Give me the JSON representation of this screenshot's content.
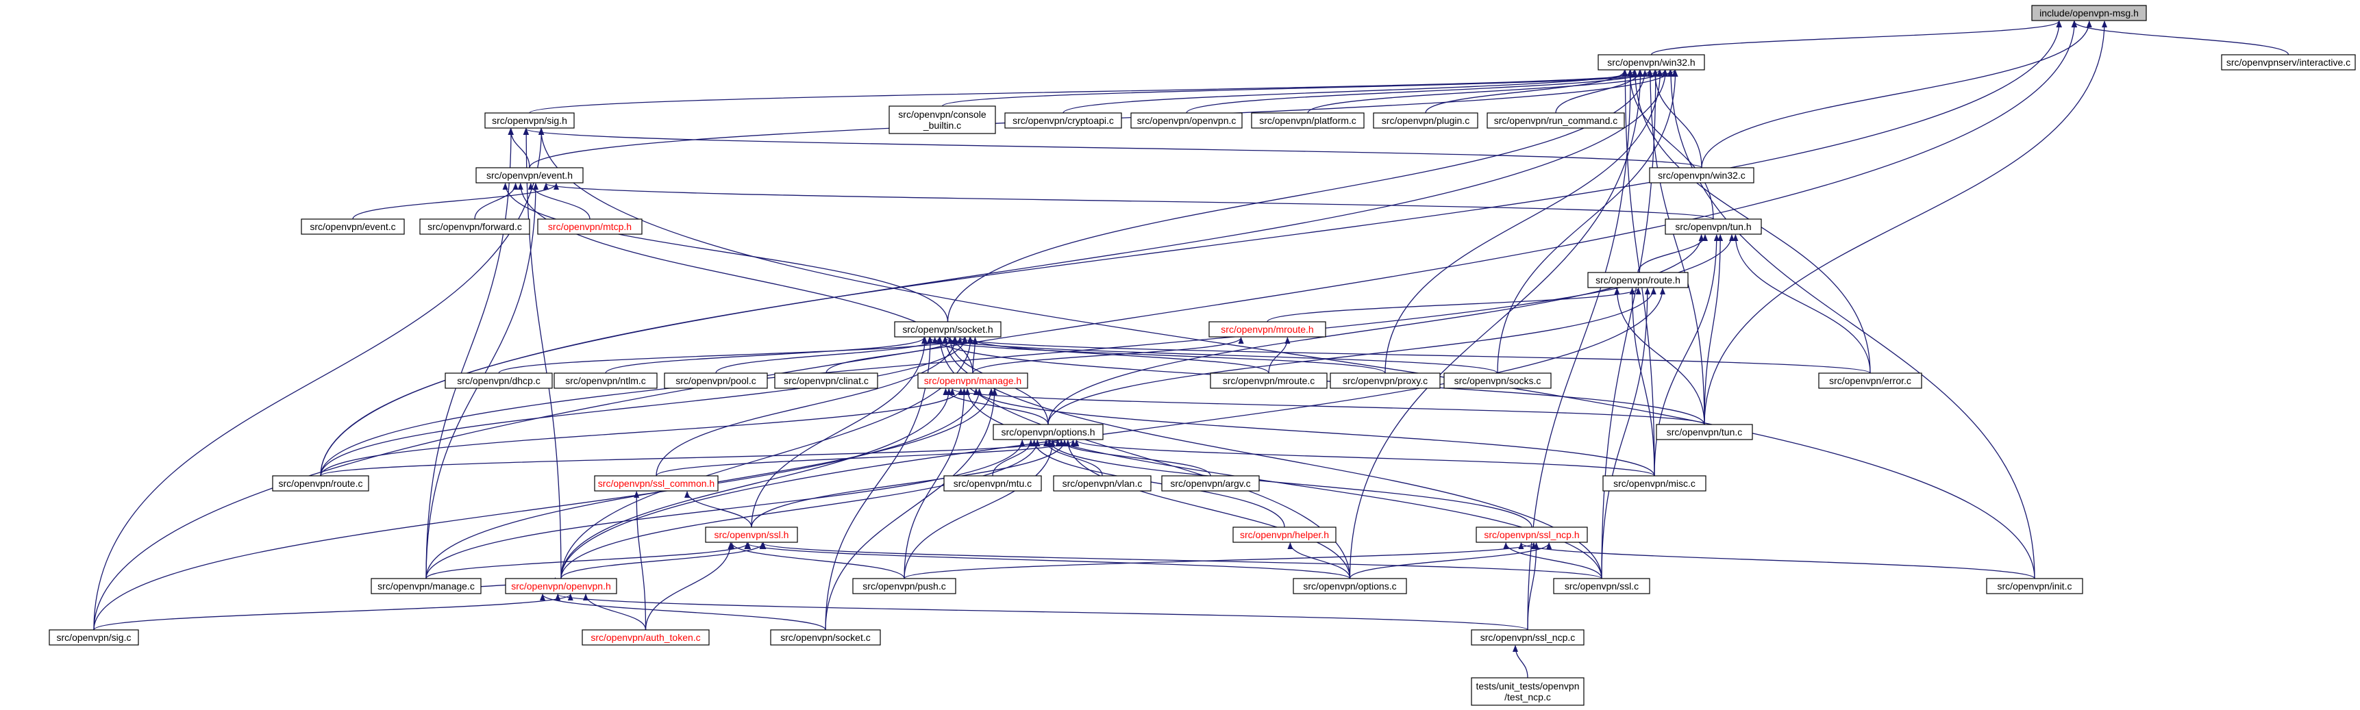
{
  "graph": {
    "style": {
      "edge_color": "#191970",
      "node_fill": "#ffffff",
      "root_fill": "#bfbfbf",
      "red_border": "#ff0000",
      "text_color": "#000000"
    },
    "nodes": [
      {
        "id": "openvpn_msg_h",
        "label": "include/openvpn-msg.h",
        "variant": "root"
      },
      {
        "id": "win32_h",
        "label": "src/openvpn/win32.h"
      },
      {
        "id": "interactive_c",
        "label": "src/openvpnserv/interactive.c"
      },
      {
        "id": "sig_h",
        "label": "src/openvpn/sig.h"
      },
      {
        "id": "console_builtin_c",
        "label": [
          "src/openvpn/console",
          "_builtin.c"
        ]
      },
      {
        "id": "cryptoapi_c",
        "label": "src/openvpn/cryptoapi.c"
      },
      {
        "id": "openvpn_c",
        "label": "src/openvpn/openvpn.c"
      },
      {
        "id": "platform_c",
        "label": "src/openvpn/platform.c"
      },
      {
        "id": "plugin_c",
        "label": "src/openvpn/plugin.c"
      },
      {
        "id": "run_command_c",
        "label": "src/openvpn/run_command.c"
      },
      {
        "id": "win32_c",
        "label": "src/openvpn/win32.c"
      },
      {
        "id": "event_h",
        "label": "src/openvpn/event.h"
      },
      {
        "id": "event_c",
        "label": "src/openvpn/event.c"
      },
      {
        "id": "forward_c",
        "label": "src/openvpn/forward.c"
      },
      {
        "id": "mtcp_h",
        "label": "src/openvpn/mtcp.h",
        "variant": "red"
      },
      {
        "id": "tun_h",
        "label": "src/openvpn/tun.h"
      },
      {
        "id": "route_h",
        "label": "src/openvpn/route.h"
      },
      {
        "id": "mroute_h",
        "label": "src/openvpn/mroute.h",
        "variant": "red"
      },
      {
        "id": "socket_h",
        "label": "src/openvpn/socket.h"
      },
      {
        "id": "dhcp_c",
        "label": "src/openvpn/dhcp.c"
      },
      {
        "id": "ntlm_c",
        "label": "src/openvpn/ntlm.c"
      },
      {
        "id": "pool_c",
        "label": "src/openvpn/pool.c"
      },
      {
        "id": "clinat_c",
        "label": "src/openvpn/clinat.c"
      },
      {
        "id": "mroute_c",
        "label": "src/openvpn/mroute.c"
      },
      {
        "id": "proxy_c",
        "label": "src/openvpn/proxy.c"
      },
      {
        "id": "socks_c",
        "label": "src/openvpn/socks.c"
      },
      {
        "id": "error_c",
        "label": "src/openvpn/error.c"
      },
      {
        "id": "manage_h",
        "label": "src/openvpn/manage.h",
        "variant": "red"
      },
      {
        "id": "tun_c",
        "label": "src/openvpn/tun.c"
      },
      {
        "id": "options_h",
        "label": "src/openvpn/options.h"
      },
      {
        "id": "route_c",
        "label": "src/openvpn/route.c"
      },
      {
        "id": "ssl_common_h",
        "label": "src/openvpn/ssl_common.h",
        "variant": "red"
      },
      {
        "id": "mtu_c",
        "label": "src/openvpn/mtu.c"
      },
      {
        "id": "vlan_c",
        "label": "src/openvpn/vlan.c"
      },
      {
        "id": "argv_c",
        "label": "src/openvpn/argv.c"
      },
      {
        "id": "misc_c",
        "label": "src/openvpn/misc.c"
      },
      {
        "id": "helper_h",
        "label": "src/openvpn/helper.h",
        "variant": "red"
      },
      {
        "id": "ssl_ncp_h",
        "label": "src/openvpn/ssl_ncp.h",
        "variant": "red"
      },
      {
        "id": "ssl_h",
        "label": "src/openvpn/ssl.h",
        "variant": "red"
      },
      {
        "id": "manage_c",
        "label": "src/openvpn/manage.c"
      },
      {
        "id": "openvpn_h",
        "label": "src/openvpn/openvpn.h",
        "variant": "red"
      },
      {
        "id": "push_c",
        "label": "src/openvpn/push.c"
      },
      {
        "id": "options_c",
        "label": "src/openvpn/options.c"
      },
      {
        "id": "ssl_c",
        "label": "src/openvpn/ssl.c"
      },
      {
        "id": "init_c",
        "label": "src/openvpn/init.c"
      },
      {
        "id": "sig_c",
        "label": "src/openvpn/sig.c"
      },
      {
        "id": "auth_token_c",
        "label": "src/openvpn/auth_token.c",
        "variant": "red"
      },
      {
        "id": "socket_c",
        "label": "src/openvpn/socket.c"
      },
      {
        "id": "ssl_ncp_c",
        "label": "src/openvpn/ssl_ncp.c"
      },
      {
        "id": "test_ncp_c",
        "label": [
          "tests/unit_tests/openvpn",
          "/test_ncp.c"
        ]
      }
    ],
    "edges": [
      [
        "win32_h",
        "openvpn_msg_h"
      ],
      [
        "interactive_c",
        "openvpn_msg_h"
      ],
      [
        "win32_c",
        "openvpn_msg_h"
      ],
      [
        "tun_c",
        "openvpn_msg_h"
      ],
      [
        "route_c",
        "openvpn_msg_h"
      ],
      [
        "sig_c",
        "openvpn_msg_h"
      ],
      [
        "sig_h",
        "win32_h"
      ],
      [
        "console_builtin_c",
        "win32_h"
      ],
      [
        "cryptoapi_c",
        "win32_h"
      ],
      [
        "openvpn_c",
        "win32_h"
      ],
      [
        "platform_c",
        "win32_h"
      ],
      [
        "plugin_c",
        "win32_h"
      ],
      [
        "run_command_c",
        "win32_h"
      ],
      [
        "win32_c",
        "win32_h"
      ],
      [
        "event_h",
        "win32_h"
      ],
      [
        "tun_h",
        "win32_h"
      ],
      [
        "socket_h",
        "win32_h"
      ],
      [
        "proxy_c",
        "win32_h"
      ],
      [
        "socks_c",
        "win32_h"
      ],
      [
        "error_c",
        "win32_h"
      ],
      [
        "tun_c",
        "win32_h"
      ],
      [
        "route_c",
        "win32_h"
      ],
      [
        "misc_c",
        "win32_h"
      ],
      [
        "options_c",
        "win32_h"
      ],
      [
        "ssl_c",
        "win32_h"
      ],
      [
        "init_c",
        "win32_h"
      ],
      [
        "ssl_ncp_c",
        "win32_h"
      ],
      [
        "event_h",
        "sig_h"
      ],
      [
        "win32_c",
        "sig_h"
      ],
      [
        "init_c",
        "sig_h"
      ],
      [
        "manage_c",
        "sig_h"
      ],
      [
        "openvpn_h",
        "sig_h"
      ],
      [
        "sig_c",
        "sig_h"
      ],
      [
        "event_c",
        "event_h"
      ],
      [
        "forward_c",
        "event_h"
      ],
      [
        "mtcp_h",
        "event_h"
      ],
      [
        "tun_h",
        "event_h"
      ],
      [
        "socket_h",
        "event_h"
      ],
      [
        "manage_h",
        "event_h"
      ],
      [
        "manage_c",
        "event_h"
      ],
      [
        "route_h",
        "tun_h"
      ],
      [
        "tun_c",
        "tun_h"
      ],
      [
        "error_c",
        "tun_h"
      ],
      [
        "options_h",
        "tun_h"
      ],
      [
        "misc_c",
        "tun_h"
      ],
      [
        "route_c",
        "tun_h"
      ],
      [
        "mroute_h",
        "route_h"
      ],
      [
        "options_h",
        "route_h"
      ],
      [
        "tun_c",
        "route_h"
      ],
      [
        "misc_c",
        "route_h"
      ],
      [
        "ssl_c",
        "route_h"
      ],
      [
        "openvpn_h",
        "route_h"
      ],
      [
        "mroute_c",
        "mroute_h"
      ],
      [
        "manage_h",
        "mroute_h"
      ],
      [
        "dhcp_c",
        "socket_h"
      ],
      [
        "ntlm_c",
        "socket_h"
      ],
      [
        "pool_c",
        "socket_h"
      ],
      [
        "clinat_c",
        "socket_h"
      ],
      [
        "mroute_c",
        "socket_h"
      ],
      [
        "proxy_c",
        "socket_h"
      ],
      [
        "socks_c",
        "socket_h"
      ],
      [
        "error_c",
        "socket_h"
      ],
      [
        "manage_h",
        "socket_h"
      ],
      [
        "tun_c",
        "socket_h"
      ],
      [
        "options_h",
        "socket_h"
      ],
      [
        "route_c",
        "socket_h"
      ],
      [
        "ssl_h",
        "socket_h"
      ],
      [
        "options_c",
        "socket_h"
      ],
      [
        "ssl_common_h",
        "socket_h"
      ],
      [
        "openvpn_h",
        "socket_h"
      ],
      [
        "socket_c",
        "socket_h"
      ],
      [
        "ssl_c",
        "socket_h"
      ],
      [
        "options_h",
        "manage_h"
      ],
      [
        "route_c",
        "manage_h"
      ],
      [
        "misc_c",
        "manage_h"
      ],
      [
        "manage_c",
        "manage_h"
      ],
      [
        "openvpn_h",
        "manage_h"
      ],
      [
        "push_c",
        "manage_h"
      ],
      [
        "sig_c",
        "manage_h"
      ],
      [
        "socket_c",
        "manage_h"
      ],
      [
        "tun_c",
        "manage_h"
      ],
      [
        "ssl_c",
        "manage_h"
      ],
      [
        "route_c",
        "options_h"
      ],
      [
        "ssl_common_h",
        "options_h"
      ],
      [
        "mtu_c",
        "options_h"
      ],
      [
        "vlan_c",
        "options_h"
      ],
      [
        "argv_c",
        "options_h"
      ],
      [
        "misc_c",
        "options_h"
      ],
      [
        "helper_h",
        "options_h"
      ],
      [
        "ssl_ncp_h",
        "options_h"
      ],
      [
        "ssl_h",
        "options_h"
      ],
      [
        "manage_c",
        "options_h"
      ],
      [
        "openvpn_h",
        "options_h"
      ],
      [
        "push_c",
        "options_h"
      ],
      [
        "options_c",
        "options_h"
      ],
      [
        "ssl_h",
        "ssl_common_h"
      ],
      [
        "auth_token_c",
        "ssl_common_h"
      ],
      [
        "options_c",
        "helper_h"
      ],
      [
        "push_c",
        "ssl_ncp_h"
      ],
      [
        "options_c",
        "ssl_ncp_h"
      ],
      [
        "ssl_c",
        "ssl_ncp_h"
      ],
      [
        "init_c",
        "ssl_ncp_h"
      ],
      [
        "ssl_ncp_c",
        "ssl_ncp_h"
      ],
      [
        "manage_c",
        "ssl_h"
      ],
      [
        "openvpn_h",
        "ssl_h"
      ],
      [
        "push_c",
        "ssl_h"
      ],
      [
        "options_c",
        "ssl_h"
      ],
      [
        "ssl_c",
        "ssl_h"
      ],
      [
        "auth_token_c",
        "ssl_h"
      ],
      [
        "manage_c",
        "openvpn_h"
      ],
      [
        "sig_c",
        "openvpn_h"
      ],
      [
        "auth_token_c",
        "openvpn_h"
      ],
      [
        "socket_c",
        "openvpn_h"
      ],
      [
        "ssl_ncp_c",
        "openvpn_h"
      ],
      [
        "test_ncp_c",
        "ssl_ncp_c"
      ]
    ]
  }
}
